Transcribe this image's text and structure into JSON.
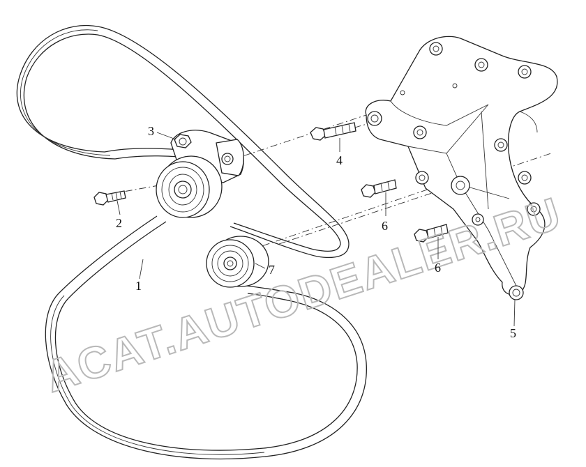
{
  "watermark": "ACAT.AUTODEALER.RU",
  "callouts": {
    "c1": "1",
    "c2": "2",
    "c3": "3",
    "c4": "4",
    "c5": "5",
    "c6a": "6",
    "c6b": "6",
    "c7": "7"
  }
}
